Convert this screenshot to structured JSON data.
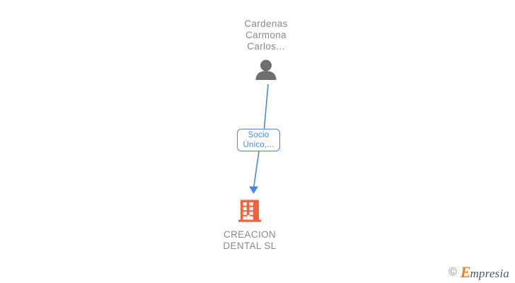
{
  "diagram": {
    "type": "ownership-hierarchy",
    "background_color": "#ffffff",
    "nodes": {
      "shareholder": {
        "label": "Cardenas\nCarmona\nCarlos...",
        "label_lines": [
          "Cardenas",
          "Carmona",
          "Carlos..."
        ],
        "icon": "person-icon",
        "icon_color": "#6e6e6e",
        "label_color": "#8a8a8a"
      },
      "company": {
        "label": "CREACION\nDENTAL SL",
        "label_lines": [
          "CREACION",
          "DENTAL SL"
        ],
        "icon": "building-icon",
        "icon_color": "#f4613c",
        "label_color": "#8a8a8a"
      }
    },
    "relation": {
      "label": "Socio\nÚnico,...",
      "label_lines": [
        "Socio",
        "Único,..."
      ],
      "border_color": "#4a88dd",
      "text_color": "#4a88dd",
      "fill_color": "#ffffff"
    },
    "connectors": {
      "color": "#4a88dd",
      "arrow": "down-arrowhead"
    }
  },
  "watermark": {
    "copyright_symbol": "©",
    "brand_initial": "E",
    "brand_rest": "mpresia",
    "brand_full": "Empresia",
    "initial_color": "#f07d2e",
    "rest_color": "#4a5a66",
    "copyright_color": "#8d8d8d"
  }
}
